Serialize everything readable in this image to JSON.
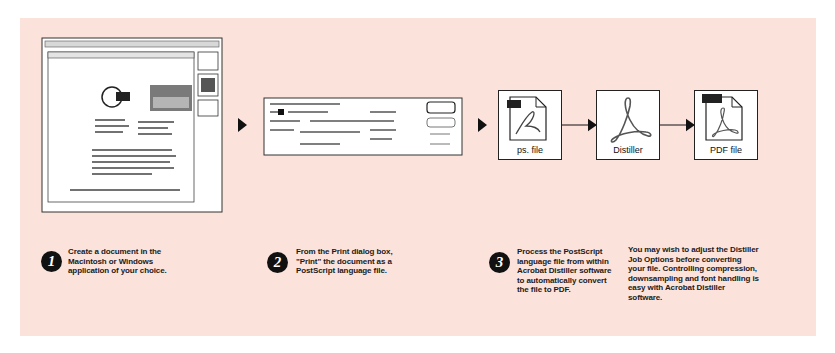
{
  "diagram": {
    "nodes": [
      {
        "text": [
          "ps. file"
        ]
      },
      {
        "text": [
          "Distiller"
        ]
      },
      {
        "text": [
          "PDF file"
        ]
      },
      {
        "text": [
          "1"
        ]
      },
      {
        "text": [
          "2"
        ]
      },
      {
        "text": [
          "3"
        ]
      }
    ],
    "edges": [
      {
        "from": 0,
        "to": 1,
        "arrow": "to"
      },
      {
        "from": 1,
        "to": 2,
        "arrow": "to"
      }
    ],
    "labels": [
      "Create a document in the Macintosh or Windows application of your choice.",
      "From the Print dialog box, \"Print\" the document as a PostScript language file.",
      "Process the PostScript language file from within Acrobat Distiller software to automatically convert the file to PDF.",
      "You may wish to adjust the Distiller Job Options before converting your file. Controlling compression, downsampling and font handling is easy with Acrobat Distiller software."
    ]
  }
}
